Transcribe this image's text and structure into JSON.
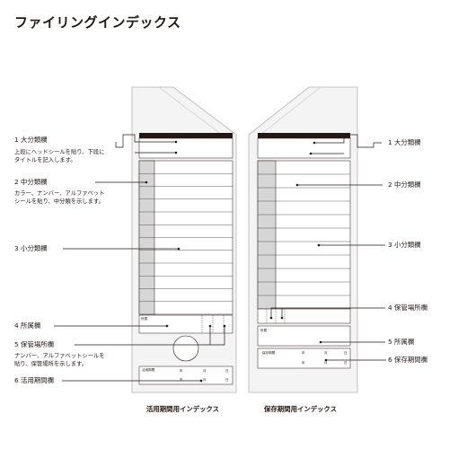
{
  "title": "ファイリングインデックス",
  "left_callouts": [
    {
      "label": "1 大分類欄",
      "desc": [
        "上段にヘッドシールを貼り、下段に",
        "タイトルを記入します。"
      ]
    },
    {
      "label": "2 中分類欄",
      "desc": [
        "カラー、ナンバー、アルファベット",
        "シールを貼り、中分類を示します。"
      ]
    },
    {
      "label": "3 小分類欄",
      "desc": []
    },
    {
      "label": "4 所属欄",
      "desc": []
    },
    {
      "label": "5 保管場所欄",
      "desc": [
        "ナンバー、アルファベットシールを",
        "貼り、保管場所を示します。"
      ]
    },
    {
      "label": "6 活用期間欄",
      "desc": []
    }
  ],
  "right_callouts": [
    {
      "label": "1 大分類欄"
    },
    {
      "label": "2 中分類欄"
    },
    {
      "label": "3 小分類欄"
    },
    {
      "label": "4 保管場所欄"
    },
    {
      "label": "5 所属欄"
    },
    {
      "label": "6 保存期間欄"
    }
  ],
  "card_text": {
    "left_affiliation": "所属",
    "left_period": "活用期間",
    "right_affiliation": "所属",
    "right_period": "保存期間",
    "year": "年",
    "month": "月",
    "day": "日"
  },
  "captions": {
    "left": "活用期間用インデックス",
    "right": "保存期間用インデックス"
  },
  "colors": {
    "card_fill": "#f4f4f4",
    "band": "#231815",
    "sidebar_fill": "#d6d6d6",
    "line": "#231815",
    "border": "#b4b4b4"
  }
}
